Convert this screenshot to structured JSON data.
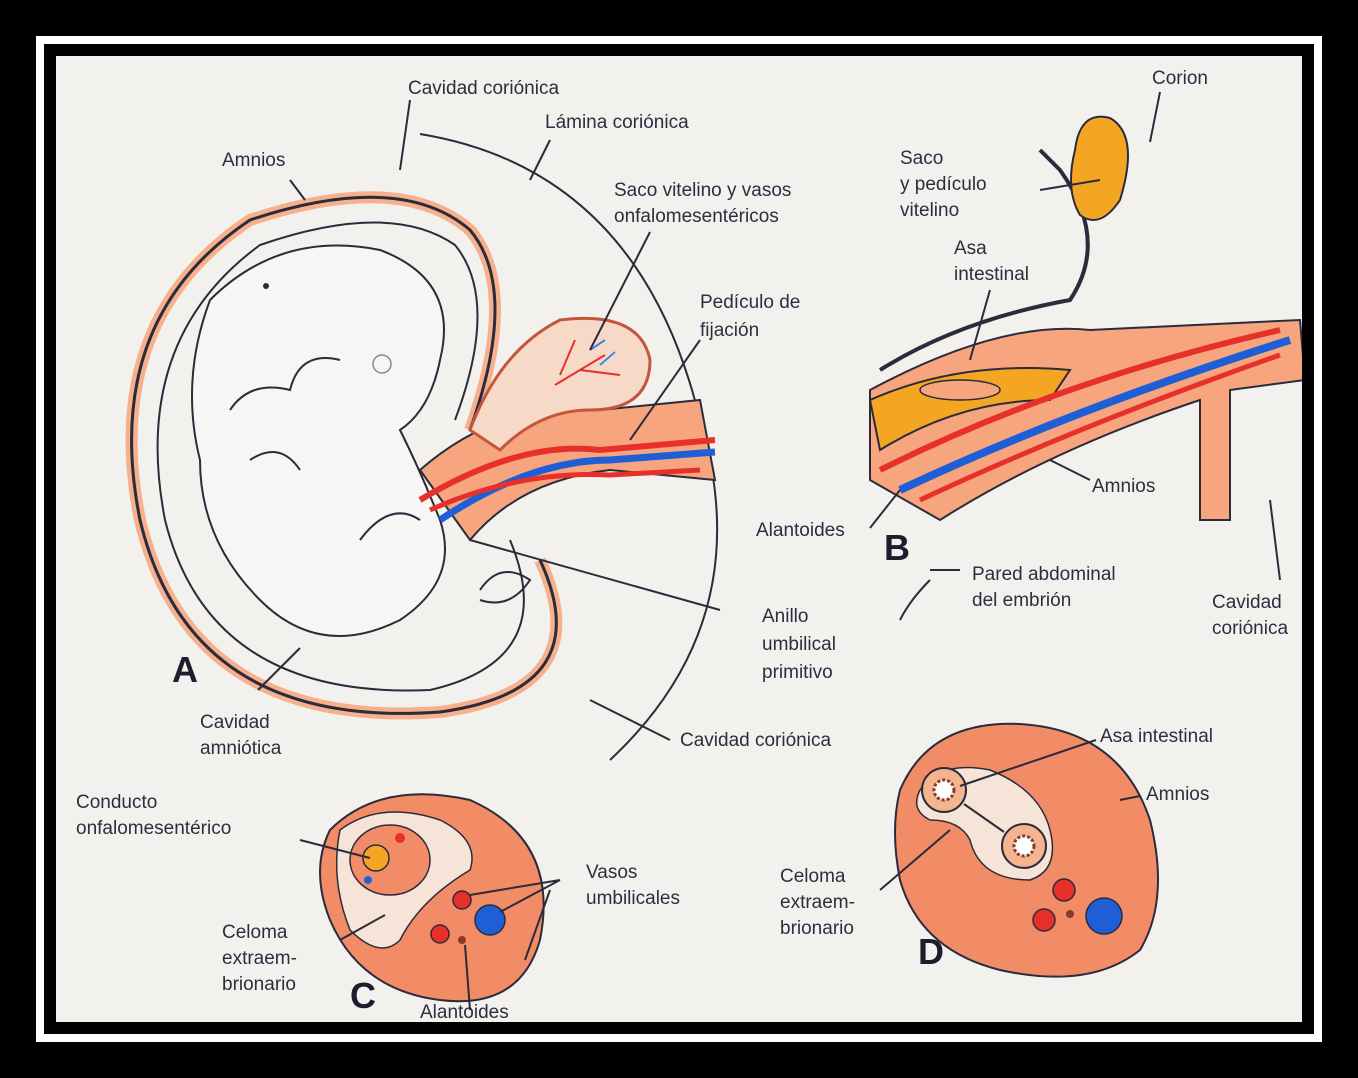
{
  "panels": {
    "a": "A",
    "b": "B",
    "c": "C",
    "d": "D"
  },
  "labels": {
    "cavidad_corionica_top": "Cavidad coriónica",
    "lamina_corionica": "Lámina coriónica",
    "amnios_a": "Amnios",
    "saco_vitelino_1": "Saco vitelino y vasos",
    "saco_vitelino_2": "onfalomesentéricos",
    "pediculo_1": "Pedículo de",
    "pediculo_2": "fijación",
    "anillo_1": "Anillo",
    "anillo_2": "umbilical",
    "anillo_3": "primitivo",
    "cavidad_amniotica_1": "Cavidad",
    "cavidad_amniotica_2": "amniótica",
    "cavidad_corionica_bottom": "Cavidad coriónica",
    "corion": "Corion",
    "saco_b_1": "Saco",
    "saco_b_2": "y pedículo",
    "saco_b_3": "vitelino",
    "asa_b_1": "Asa",
    "asa_b_2": "intestinal",
    "amnios_b": "Amnios",
    "alantoides_b": "Alantoides",
    "pared_1": "Pared abdominal",
    "pared_2": "del embrión",
    "cav_cor_b_1": "Cavidad",
    "cav_cor_b_2": "coriónica",
    "conducto_1": "Conducto",
    "conducto_2": "onfalomesentérico",
    "vasos_1": "Vasos",
    "vasos_2": "umbilicales",
    "celoma_c_1": "Celoma",
    "celoma_c_2": "extraem-",
    "celoma_c_3": "brionario",
    "alantoides_c": "Alantoides",
    "asa_d": "Asa intestinal",
    "amnios_d": "Amnios",
    "celoma_d_1": "Celoma",
    "celoma_d_2": "extraem-",
    "celoma_d_3": "brionario"
  },
  "colors": {
    "background": "#f3f1ee",
    "tissue": "#f6a57e",
    "cord": "#f28c66",
    "yolk": "#f4a623",
    "artery": "#e8302a",
    "vein": "#1f5fd6",
    "line": "#2b2b3b"
  }
}
